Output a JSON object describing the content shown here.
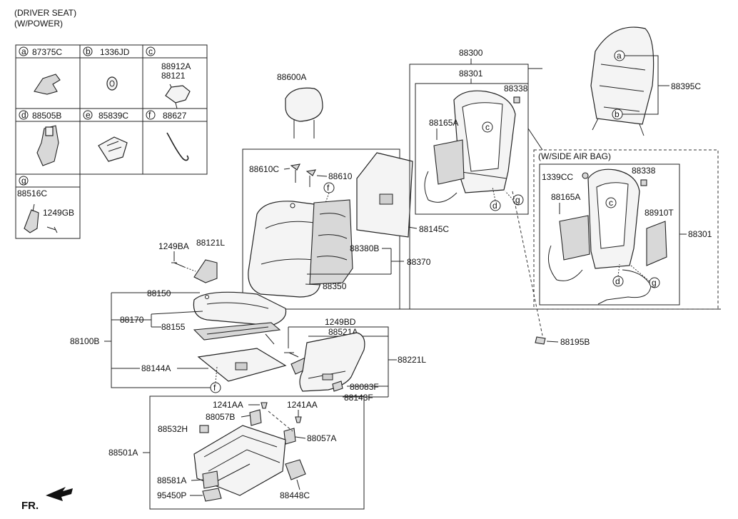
{
  "header": {
    "line1": "(DRIVER SEAT)",
    "line2": "(W/POWER)"
  },
  "legend": {
    "cells": [
      {
        "letter": "a",
        "part": "87375C"
      },
      {
        "letter": "b",
        "part": "1336JD"
      },
      {
        "letter": "c",
        "part": "",
        "sub1": "88912A",
        "sub2": "88121"
      },
      {
        "letter": "d",
        "part": "88505B"
      },
      {
        "letter": "e",
        "part": "85839C"
      },
      {
        "letter": "f",
        "part": "88627"
      },
      {
        "letter": "g",
        "part": "",
        "sub1": "88516C",
        "sub2": "1249GB"
      }
    ]
  },
  "labels": {
    "p88600A": "88600A",
    "p88610C": "88610C",
    "p88610": "88610",
    "p88145C": "88145C",
    "p88380B": "88380B",
    "p88370": "88370",
    "p88350": "88350",
    "p1249BA": "1249BA",
    "p88121L": "88121L",
    "p88150": "88150",
    "p88170": "88170",
    "p88155": "88155",
    "p88100B": "88100B",
    "p88144A": "88144A",
    "p1249BD": "1249BD",
    "p88521A": "88521A",
    "p88221L": "88221L",
    "p88083F": "88083F",
    "p88143F": "88143F",
    "p88300": "88300",
    "p88301_top": "88301",
    "p88338_top": "88338",
    "p88165A_top": "88165A",
    "p88395C": "88395C",
    "airbag_title": "(W/SIDE AIR BAG)",
    "p1339CC": "1339CC",
    "p88338_ab": "88338",
    "p88165A_ab": "88165A",
    "p88910T": "88910T",
    "p88301_ab": "88301",
    "p88195B": "88195B",
    "p1241AA_l": "1241AA",
    "p1241AA_r": "1241AA",
    "p88057B": "88057B",
    "p88532H": "88532H",
    "p88057A": "88057A",
    "p88501A": "88501A",
    "p88581A": "88581A",
    "p95450P": "95450P",
    "p88448C": "88448C",
    "fr": "FR."
  },
  "callouts": {
    "f": "f",
    "e": "e",
    "c": "c",
    "d": "d",
    "g": "g",
    "a": "a",
    "b": "b"
  },
  "colors": {
    "line": "#222222",
    "part_fill": "#f4f4f4",
    "shade": "#d8d8d8"
  }
}
